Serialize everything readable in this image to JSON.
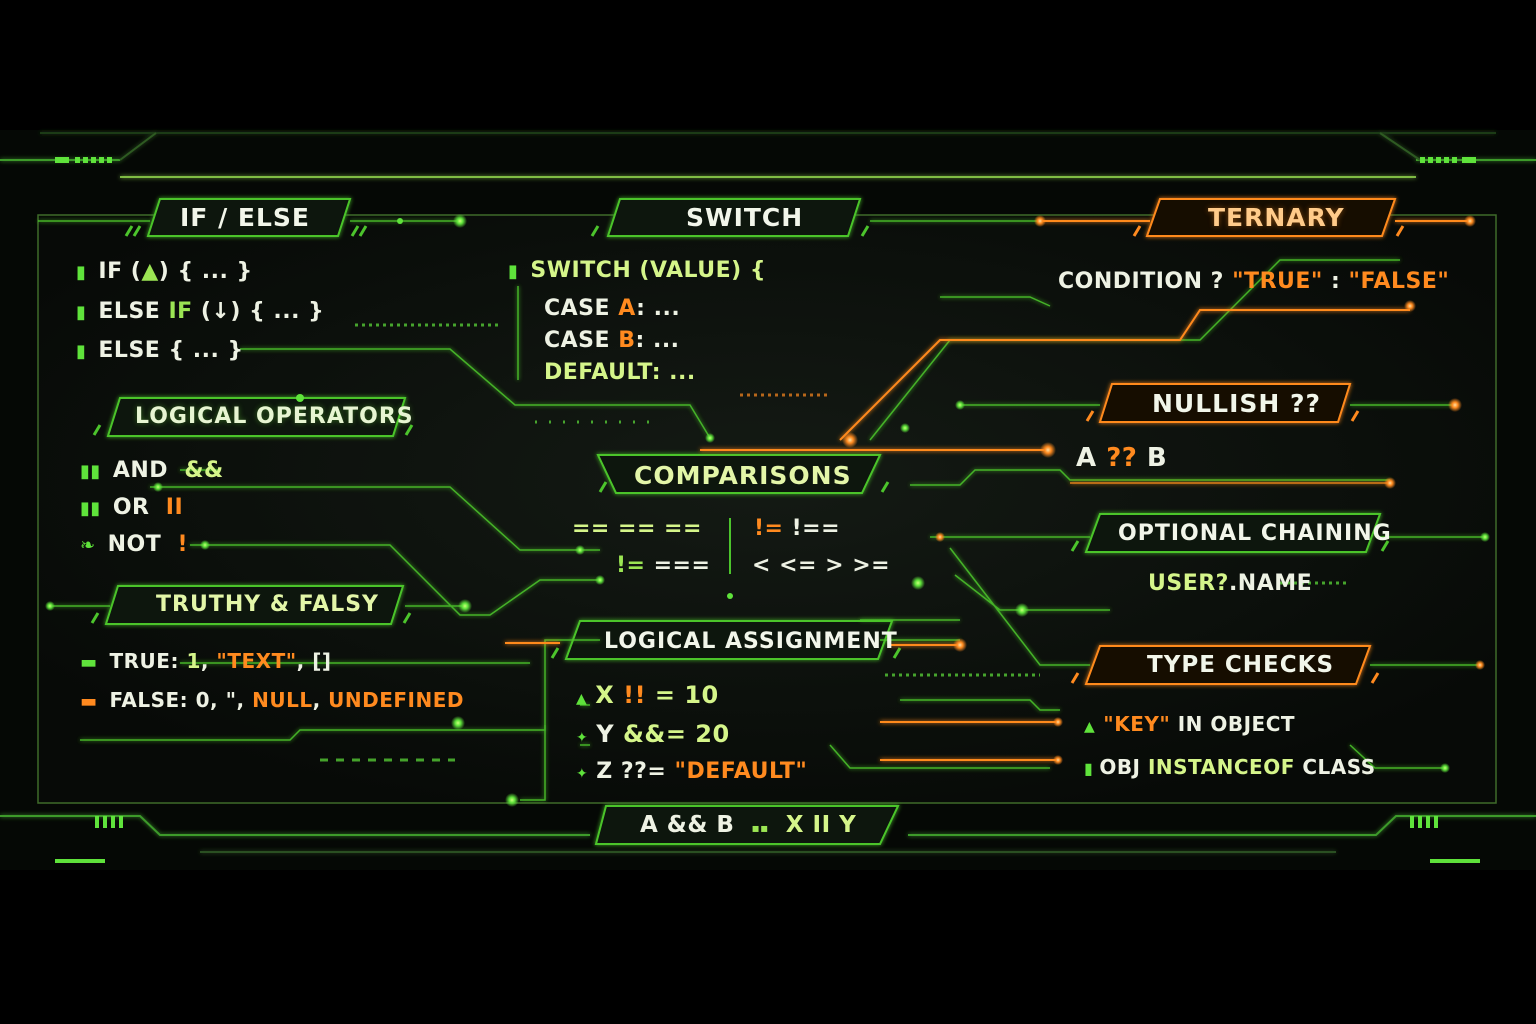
{
  "colors": {
    "background": "#000000",
    "panel": "#070b07",
    "green": "#5fe33b",
    "orange": "#ff8a1f",
    "text": "#eef2e4"
  },
  "sections": {
    "if_else": {
      "title": "IF / ELSE",
      "lines": [
        {
          "icon": "green-marker-icon",
          "a": "IF (",
          "b": "▲",
          "c": ") { ... }"
        },
        {
          "icon": "green-marker-icon",
          "a": "ELSE ",
          "b": "IF",
          "c": " (↓) { ... }"
        },
        {
          "icon": "green-marker-icon",
          "a": "ELSE { ... }"
        }
      ]
    },
    "switch": {
      "title": "SWITCH",
      "header": "SWITCH (VALUE) {",
      "cases": [
        {
          "a": "CASE ",
          "b": "A",
          ":": ":  ..."
        },
        {
          "a": "CASE ",
          "b": "B",
          ":": ":  ..."
        }
      ],
      "default": "DEFAULT:  ..."
    },
    "ternary": {
      "title": "TERNARY",
      "expr": {
        "a": "CONDITION ? ",
        "b": "\"TRUE\"",
        "c": " : ",
        "d": "\"FALSE\""
      }
    },
    "logical_operators": {
      "title": "LOGICAL OPERATORS",
      "items": [
        {
          "label": "AND",
          "op": "&&"
        },
        {
          "label": "OR",
          "op": "II"
        },
        {
          "label": "NOT",
          "op": "!"
        }
      ]
    },
    "nullish": {
      "title": "NULLISH ??",
      "expr": {
        "a": "A",
        "op": "??",
        "b": "B"
      }
    },
    "comparisons": {
      "title": "COMPARISONS",
      "left_row1": "== == ==",
      "left_row2_a": "!=",
      "left_row2_b": " ===",
      "right_row1_a": "!=",
      "right_row1_b": " !==",
      "right_row2": "< <= > >="
    },
    "optional_chaining": {
      "title": "OPTIONAL CHAINING",
      "expr": {
        "a": "USER?",
        "b": ".NAME"
      }
    },
    "truthy_falsy": {
      "title": "TRUTHY & FALSY",
      "true_line": {
        "label": "TRUE:",
        "a": "1",
        "b": ", ",
        "c": "\"TEXT\"",
        "d": ", []"
      },
      "false_line": {
        "label": "FALSE:",
        "a": "0, \", ",
        "b": "NULL",
        "c": ", ",
        "d": "UNDEFINED"
      }
    },
    "logical_assignment": {
      "title": "LOGICAL ASSIGNMENT",
      "lines": [
        {
          "a": "X ",
          "op": "!!",
          "b": " = 10"
        },
        {
          "a": "Y ",
          "op": "&&=",
          "b": " 20"
        },
        {
          "a": "Z ",
          "op": "??=",
          "b": " \"DEFAULT\""
        }
      ]
    },
    "type_checks": {
      "title": "TYPE CHECKS",
      "lines": [
        {
          "a": "\"KEY\"",
          "b": " IN OBJECT"
        },
        {
          "a": "OBJ ",
          "b": "INSTANCEOF",
          "c": " CLASS"
        }
      ]
    },
    "footer": {
      "a": "A && B",
      "sep": "▪▪",
      "b": "X II Y"
    }
  }
}
